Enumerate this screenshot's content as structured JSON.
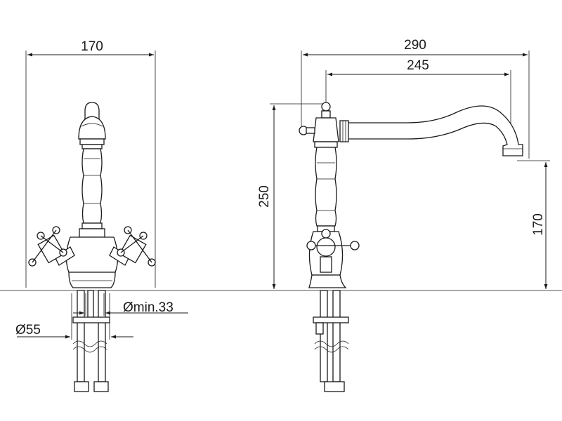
{
  "dimensions": {
    "front_width": "170",
    "side_reach_total": "290",
    "side_reach_spout": "245",
    "side_height": "250",
    "spout_height": "170",
    "hole_min": "Ømin.33",
    "hole_diameter": "Ø55"
  },
  "colors": {
    "line": "#1a1a1a",
    "background": "#ffffff"
  }
}
